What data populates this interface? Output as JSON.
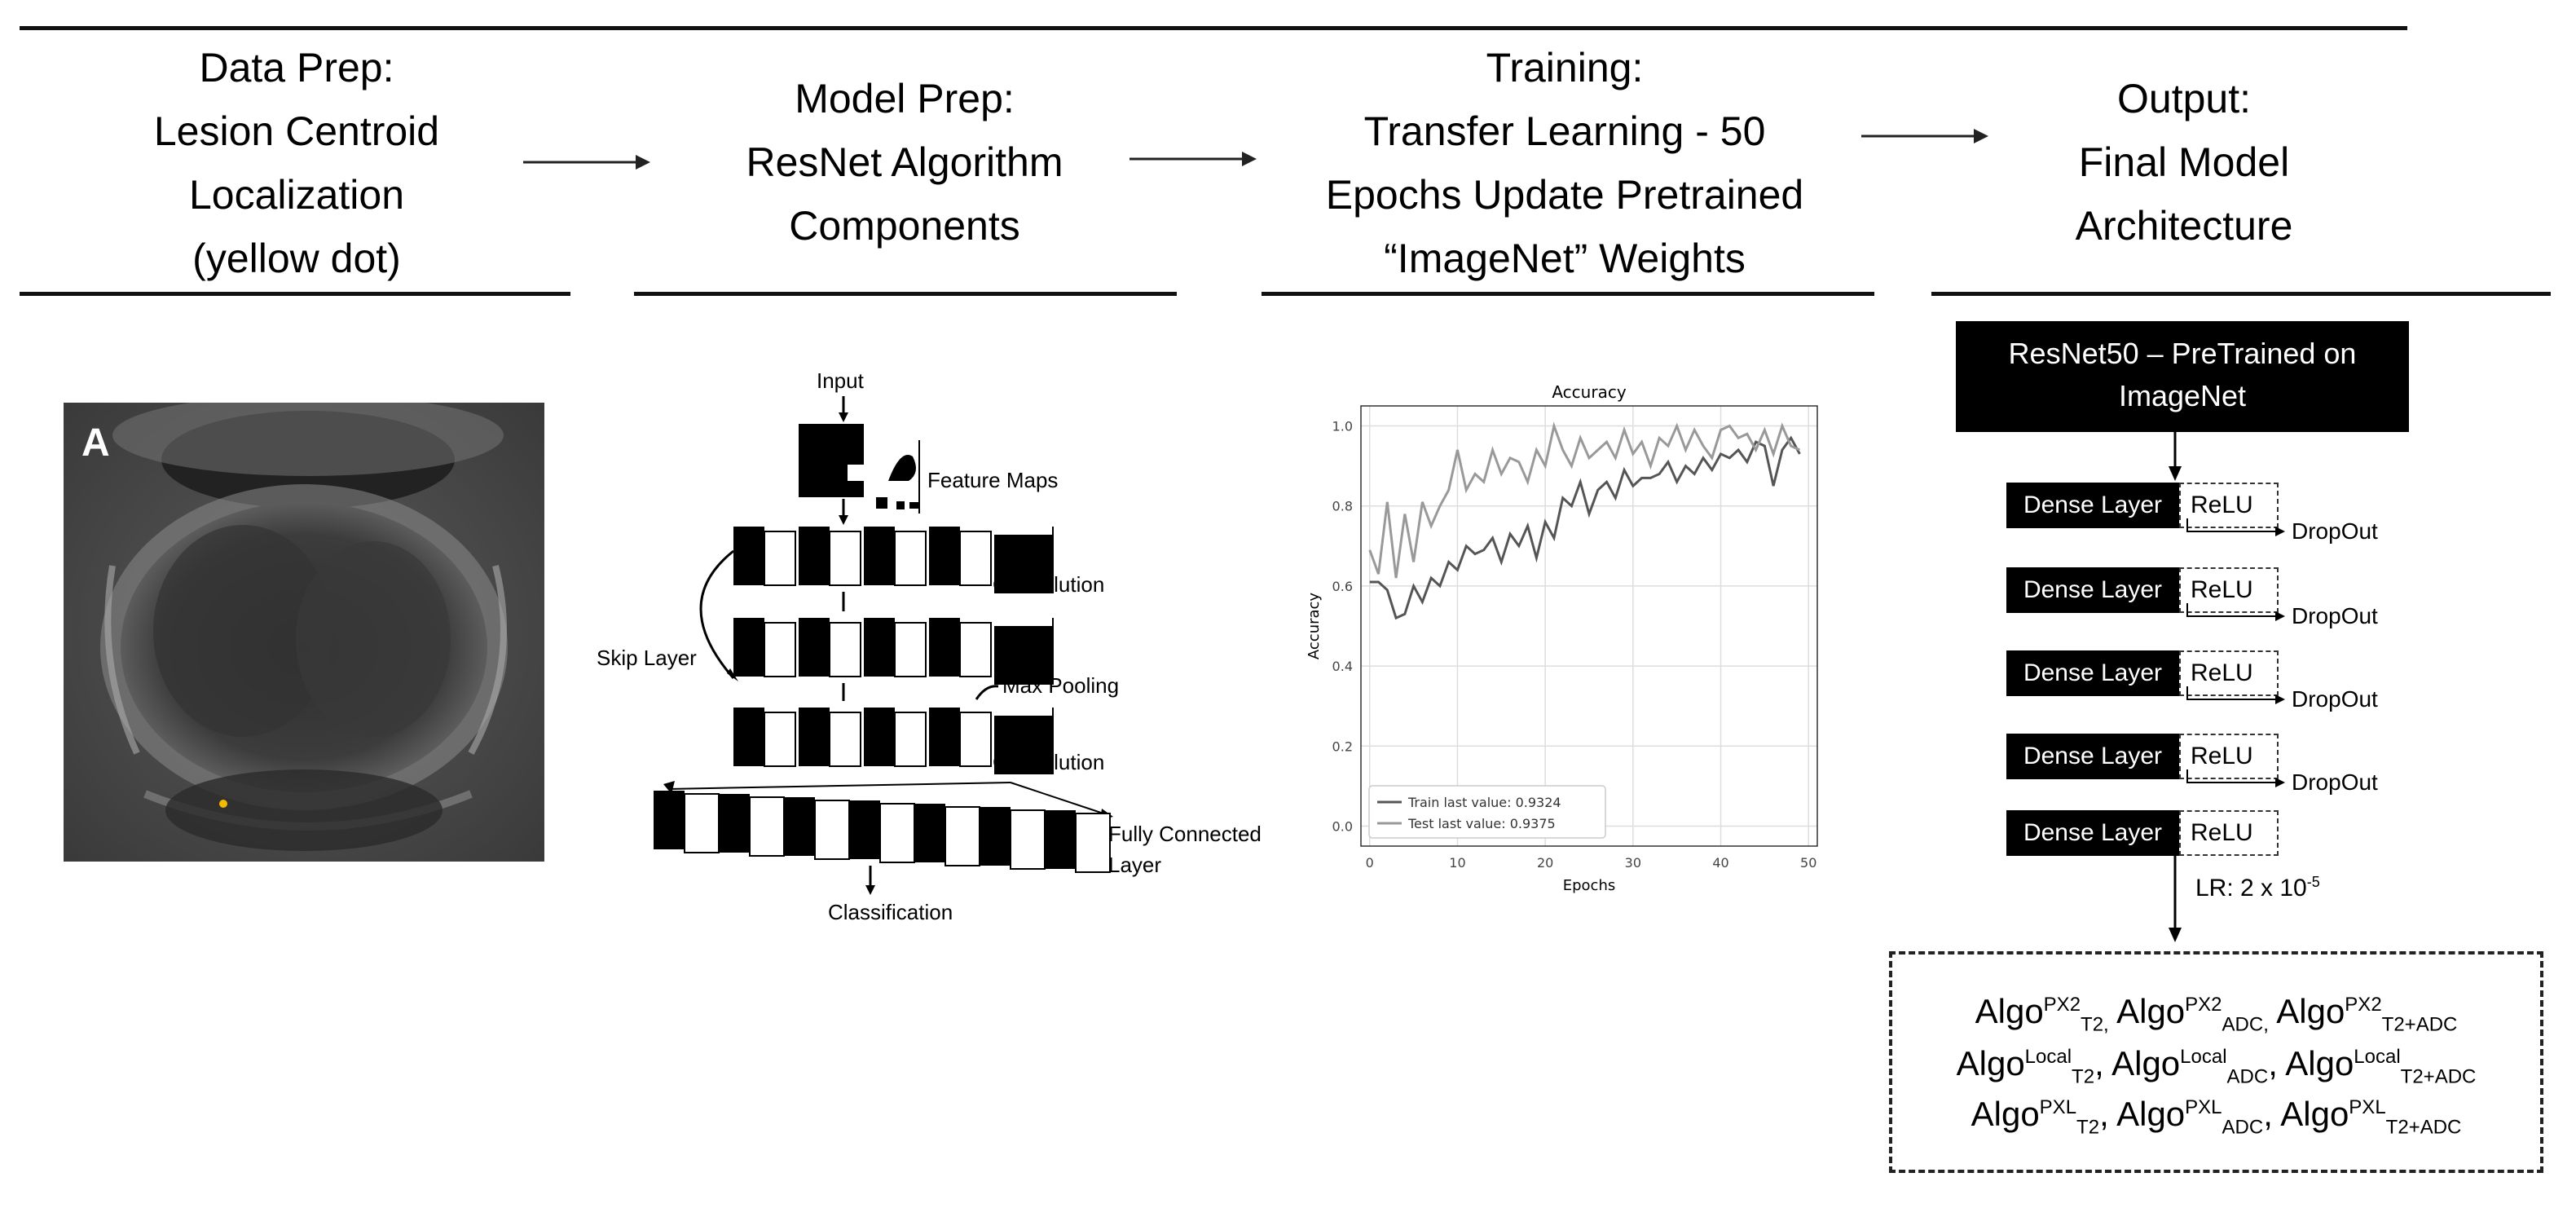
{
  "stages": [
    {
      "lines": [
        "Data Prep:",
        "Lesion Centroid",
        "Localization",
        "(yellow dot)"
      ]
    },
    {
      "lines": [
        "Model Prep:",
        "ResNet Algorithm",
        "Components"
      ]
    },
    {
      "lines": [
        "Training:",
        "Transfer Learning - 50",
        "Epochs Update Pretrained",
        "“ImageNet” Weights"
      ]
    },
    {
      "lines": [
        "Output:",
        "Final Model",
        "Architecture"
      ]
    }
  ],
  "mri": {
    "panel_letter": "A",
    "marker_color": "#f5b800"
  },
  "resnet": {
    "input": "Input",
    "feature_maps": "Feature Maps",
    "convolution_1": "Convolution",
    "skip_layer": "Skip Layer",
    "max_pooling": "Max Pooling",
    "convolution_2": "Convolution",
    "fully_connected_1": "Fully Connected",
    "fully_connected_2": "Layer",
    "classification": "Classification"
  },
  "chart_data": {
    "type": "line",
    "title": "Accuracy",
    "xlabel": "Epochs",
    "ylabel": "Accuracy",
    "xlim": [
      -1,
      51
    ],
    "ylim": [
      -0.05,
      1.05
    ],
    "x_ticks": [
      0,
      10,
      20,
      30,
      40,
      50
    ],
    "y_ticks": [
      0.0,
      0.2,
      0.4,
      0.6,
      0.8,
      1.0
    ],
    "grid": true,
    "legend_position": "lower-left",
    "series": [
      {
        "name": "Train last value: 0.9324",
        "color": "#555555",
        "x": [
          0,
          1,
          2,
          3,
          4,
          5,
          6,
          7,
          8,
          9,
          10,
          11,
          12,
          13,
          14,
          15,
          16,
          17,
          18,
          19,
          20,
          21,
          22,
          23,
          24,
          25,
          26,
          27,
          28,
          29,
          30,
          31,
          32,
          33,
          34,
          35,
          36,
          37,
          38,
          39,
          40,
          41,
          42,
          43,
          44,
          45,
          46,
          47,
          48,
          49
        ],
        "values": [
          0.61,
          0.61,
          0.59,
          0.52,
          0.53,
          0.6,
          0.56,
          0.62,
          0.6,
          0.66,
          0.64,
          0.7,
          0.68,
          0.69,
          0.72,
          0.66,
          0.73,
          0.7,
          0.75,
          0.67,
          0.76,
          0.72,
          0.82,
          0.8,
          0.86,
          0.78,
          0.84,
          0.86,
          0.82,
          0.89,
          0.85,
          0.87,
          0.87,
          0.88,
          0.91,
          0.86,
          0.9,
          0.88,
          0.92,
          0.89,
          0.93,
          0.92,
          0.94,
          0.91,
          0.96,
          0.95,
          0.85,
          0.94,
          0.97,
          0.93
        ]
      },
      {
        "name": "Test last value: 0.9375",
        "color": "#999999",
        "x": [
          0,
          1,
          2,
          3,
          4,
          5,
          6,
          7,
          8,
          9,
          10,
          11,
          12,
          13,
          14,
          15,
          16,
          17,
          18,
          19,
          20,
          21,
          22,
          23,
          24,
          25,
          26,
          27,
          28,
          29,
          30,
          31,
          32,
          33,
          34,
          35,
          36,
          37,
          38,
          39,
          40,
          41,
          42,
          43,
          44,
          45,
          46,
          47,
          48,
          49
        ],
        "values": [
          0.69,
          0.63,
          0.81,
          0.62,
          0.78,
          0.66,
          0.81,
          0.75,
          0.8,
          0.84,
          0.94,
          0.84,
          0.88,
          0.86,
          0.94,
          0.88,
          0.92,
          0.91,
          0.86,
          0.94,
          0.9,
          1.0,
          0.94,
          0.9,
          0.97,
          0.92,
          0.94,
          0.96,
          0.92,
          0.99,
          0.93,
          0.96,
          0.9,
          0.97,
          0.95,
          1.0,
          0.94,
          0.99,
          0.95,
          0.92,
          0.99,
          1.0,
          0.97,
          0.98,
          0.94,
          0.99,
          0.93,
          1.0,
          0.95,
          0.94
        ]
      }
    ]
  },
  "final_model": {
    "pretrained": [
      "ResNet50 – PreTrained on",
      "ImageNet"
    ],
    "layers": [
      {
        "dense": "Dense Layer",
        "activation": "ReLU",
        "dropout": "DropOut"
      },
      {
        "dense": "Dense Layer",
        "activation": "ReLU",
        "dropout": "DropOut"
      },
      {
        "dense": "Dense Layer",
        "activation": "ReLU",
        "dropout": "DropOut"
      },
      {
        "dense": "Dense Layer",
        "activation": "ReLU",
        "dropout": "DropOut"
      },
      {
        "dense": "Dense Layer",
        "activation": "ReLU",
        "dropout": ""
      }
    ],
    "lr_label": "LR: 2 x 10",
    "lr_exp": "-5",
    "algo_rows": [
      [
        {
          "base": "Algo",
          "sup": "PX2",
          "sub": "T2,",
          "sep": " "
        },
        {
          "base": "Algo",
          "sup": "PX2",
          "sub": "ADC,",
          "sep": " "
        },
        {
          "base": "Algo",
          "sup": "PX2",
          "sub": "T2+ADC",
          "sep": ""
        }
      ],
      [
        {
          "base": "Algo",
          "sup": "Local",
          "sub": "T2",
          "sep": ", "
        },
        {
          "base": "Algo",
          "sup": "Local",
          "sub": "ADC",
          "sep": ", "
        },
        {
          "base": "Algo",
          "sup": "Local",
          "sub": "T2+ADC",
          "sep": ""
        }
      ],
      [
        {
          "base": "Algo",
          "sup": "PXL",
          "sub": "T2",
          "sep": ", "
        },
        {
          "base": "Algo",
          "sup": "PXL",
          "sub": "ADC",
          "sep": ", "
        },
        {
          "base": "Algo",
          "sup": "PXL",
          "sub": "T2+ADC",
          "sep": ""
        }
      ]
    ]
  }
}
